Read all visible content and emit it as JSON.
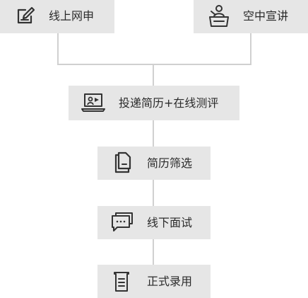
{
  "top_row": {
    "left": {
      "label": "线上网申",
      "icon": "edit-icon"
    },
    "right": {
      "label": "空中宣讲",
      "icon": "presenter-icon"
    }
  },
  "steps": [
    {
      "label": "投递简历+在线测评",
      "icon": "laptop-icon"
    },
    {
      "label": "简历筛选",
      "icon": "document-icon"
    },
    {
      "label": "线下面试",
      "icon": "chat-icon"
    },
    {
      "label": "正式录用",
      "icon": "contract-icon"
    }
  ]
}
